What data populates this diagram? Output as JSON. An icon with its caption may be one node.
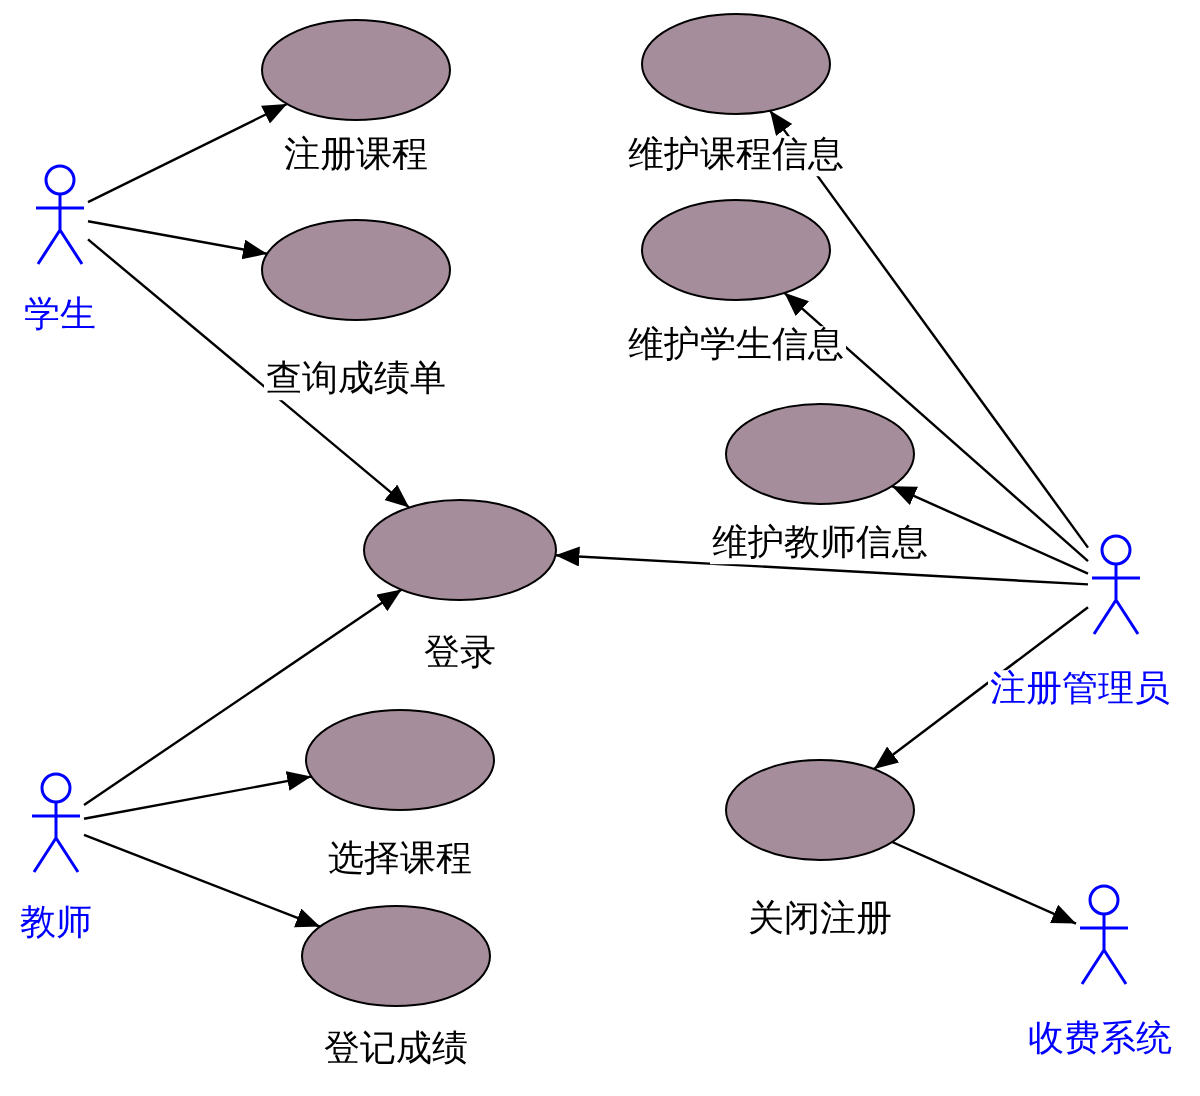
{
  "diagram": {
    "nodes": [
      {
        "text": [
          "学生"
        ]
      },
      {
        "text": [
          "注册课程"
        ]
      },
      {
        "text": [
          "查询成绩单"
        ]
      },
      {
        "text": [
          "登录"
        ]
      },
      {
        "text": [
          "教师"
        ]
      },
      {
        "text": [
          "选择课程"
        ]
      },
      {
        "text": [
          "登记成绩"
        ]
      },
      {
        "text": [
          "维护课程信息"
        ]
      },
      {
        "text": [
          "维护学生信息"
        ]
      },
      {
        "text": [
          "维护教师信息"
        ]
      },
      {
        "text": [
          "注册管理员"
        ]
      },
      {
        "text": [
          "关闭注册"
        ]
      },
      {
        "text": [
          "收费系统"
        ]
      }
    ],
    "edges": [
      {
        "from": 0,
        "to": 1,
        "arrow": "to"
      },
      {
        "from": 0,
        "to": 2,
        "arrow": "to"
      },
      {
        "from": 0,
        "to": 3,
        "arrow": "to"
      },
      {
        "from": 4,
        "to": 3,
        "arrow": "to"
      },
      {
        "from": 4,
        "to": 5,
        "arrow": "to"
      },
      {
        "from": 4,
        "to": 6,
        "arrow": "to"
      },
      {
        "from": 10,
        "to": 7,
        "arrow": "to"
      },
      {
        "from": 10,
        "to": 8,
        "arrow": "to"
      },
      {
        "from": 10,
        "to": 9,
        "arrow": "to"
      },
      {
        "from": 10,
        "to": 3,
        "arrow": "to"
      },
      {
        "from": 10,
        "to": 11,
        "arrow": "to"
      },
      {
        "from": 11,
        "to": 12,
        "arrow": "to"
      }
    ]
  }
}
